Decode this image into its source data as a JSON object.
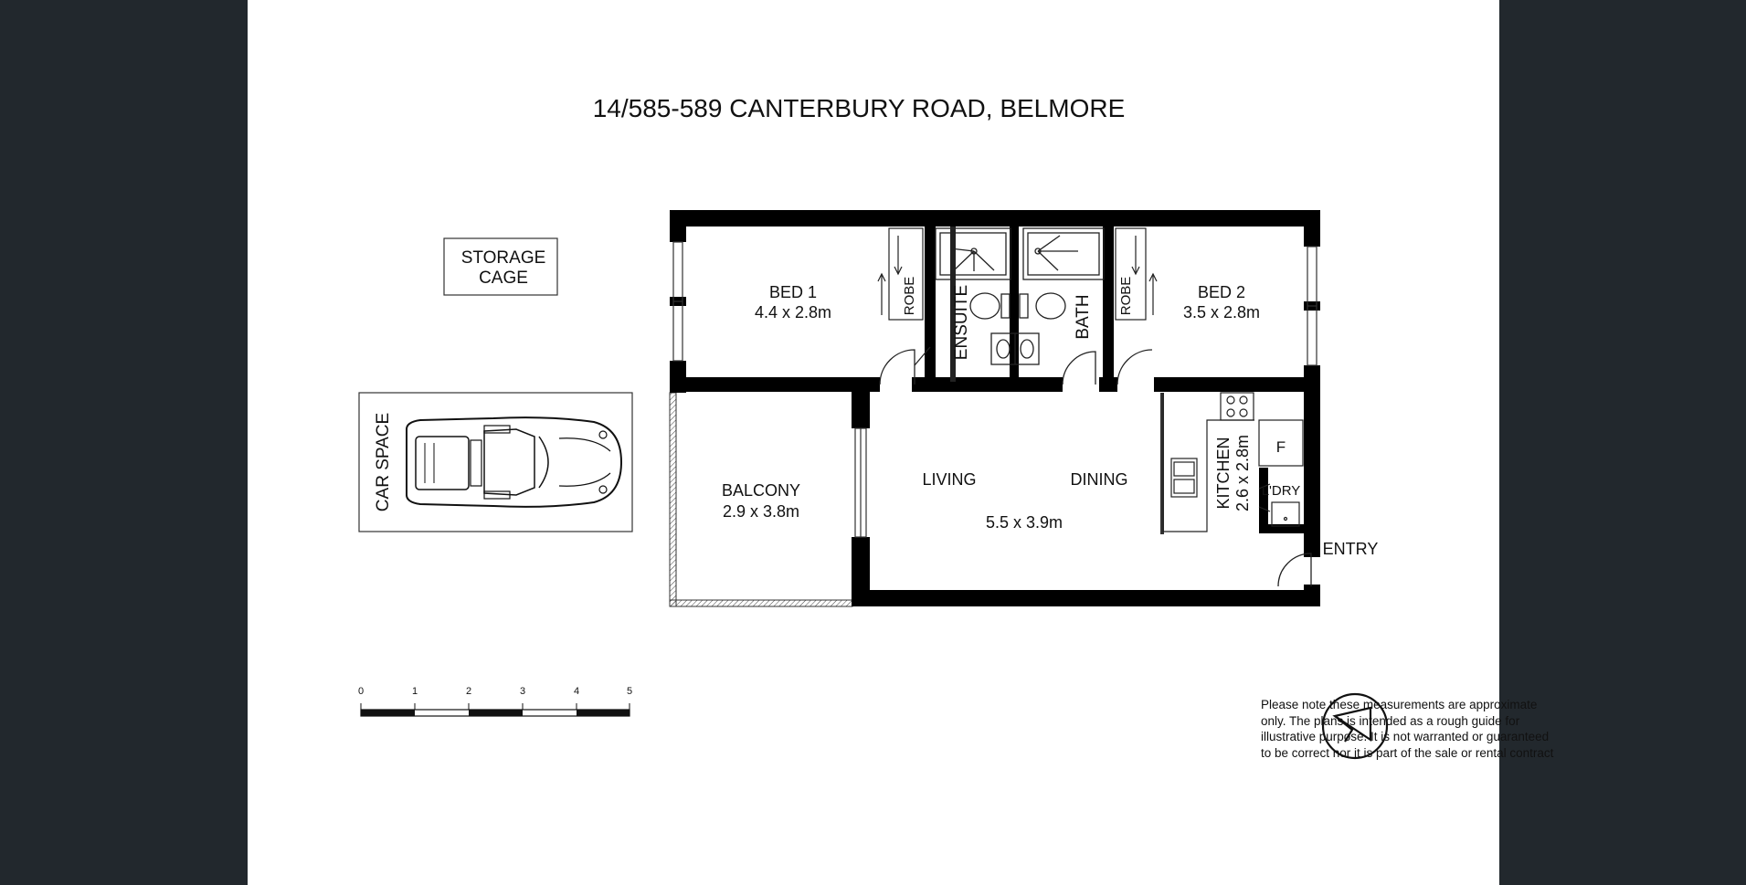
{
  "title": "14/585-589 CANTERBURY ROAD, BELMORE",
  "storage": {
    "line1": "STORAGE",
    "line2": "CAGE"
  },
  "car_space": "CAR SPACE",
  "rooms": {
    "bed1": {
      "name": "BED 1",
      "size": "4.4 x 2.8m"
    },
    "bed2": {
      "name": "BED 2",
      "size": "3.5 x 2.8m"
    },
    "robe": "ROBE",
    "ensuite": "ENSUITE",
    "bath": "BATH",
    "balcony": {
      "name": "BALCONY",
      "size": "2.9 x 3.8m"
    },
    "living": "LIVING",
    "dining": "DINING",
    "living_size": "5.5 x 3.9m",
    "kitchen": {
      "name": "KITCHEN",
      "size": "2.6 x 2.8m"
    },
    "fridge": "F",
    "laundry": "L'DRY",
    "entry": "ENTRY"
  },
  "scale_bar": {
    "ticks": [
      "0",
      "1",
      "2",
      "3",
      "4",
      "5"
    ]
  },
  "disclaimer": "Please note these measurements are approximate only. The plans is intended as a rough guide for illustrative purpose. It is not warranted or guaranteed to be correct nor it is part of the sale or rental contract",
  "compass_icon": "north-arrow-icon"
}
